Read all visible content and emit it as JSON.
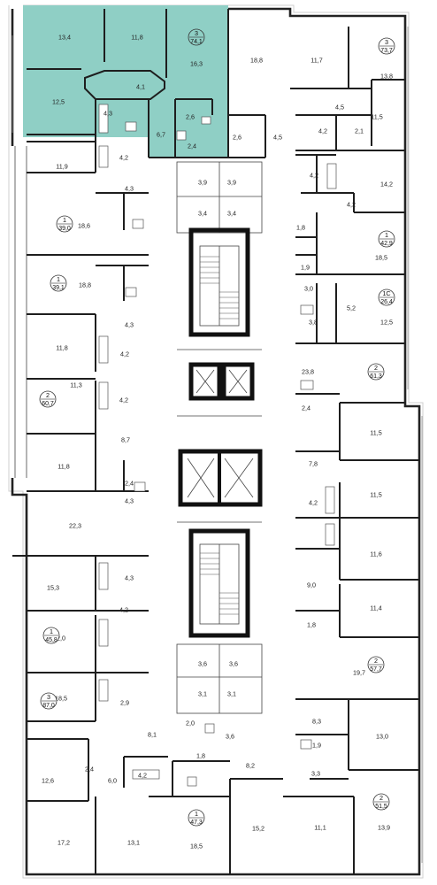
{
  "accent_color": "#8fcfc5",
  "selected_apartment": {
    "rooms": "3",
    "area": "74,1"
  },
  "apartments": [
    {
      "rooms": "3",
      "area": "74,1"
    },
    {
      "rooms": "3",
      "area": "73,7"
    },
    {
      "rooms": "1",
      "area": "39,0"
    },
    {
      "rooms": "1",
      "area": "42,9"
    },
    {
      "rooms": "1",
      "area": "39,1"
    },
    {
      "rooms": "1С",
      "area": "26,4"
    },
    {
      "rooms": "2",
      "area": "61,3"
    },
    {
      "rooms": "2",
      "area": "60,7"
    },
    {
      "rooms": "1",
      "area": "45,8"
    },
    {
      "rooms": "2",
      "area": "57,7"
    },
    {
      "rooms": "3",
      "area": "87,0"
    },
    {
      "rooms": "1",
      "area": "47,3"
    },
    {
      "rooms": "2",
      "area": "51,5"
    }
  ],
  "room_areas": [
    "13,4",
    "11,8",
    "16,3",
    "12,5",
    "4,1",
    "4,3",
    "6,7",
    "2,6",
    "2,4",
    "4,2",
    "18,8",
    "2,6",
    "4,5",
    "11,7",
    "13,8",
    "4,5",
    "11,5",
    "4,2",
    "2,1",
    "11,9",
    "4,3",
    "18,6",
    "3,9",
    "3,9",
    "3,4",
    "3,4",
    "4,2",
    "14,2",
    "4,2",
    "1,8",
    "18,5",
    "1,9",
    "3,0",
    "5,2",
    "3,8",
    "12,5",
    "18,8",
    "4,3",
    "11,8",
    "4,2",
    "23,8",
    "11,3",
    "4,2",
    "2,4",
    "8,7",
    "11,5",
    "11,8",
    "7,8",
    "2,4",
    "11,5",
    "22,3",
    "4,3",
    "4,2",
    "11,6",
    "15,3",
    "4,3",
    "9,0",
    "11,4",
    "4,2",
    "1,8",
    "22,0",
    "3,6",
    "3,6",
    "3,1",
    "3,1",
    "19,7",
    "2,9",
    "18,5",
    "8,3",
    "8,1",
    "2,0",
    "3,6",
    "13,0",
    "1,9",
    "1,8",
    "8,2",
    "2,4",
    "12,6",
    "6,0",
    "4,2",
    "3,3",
    "17,2",
    "13,1",
    "18,5",
    "15,2",
    "11,1",
    "13,9"
  ]
}
